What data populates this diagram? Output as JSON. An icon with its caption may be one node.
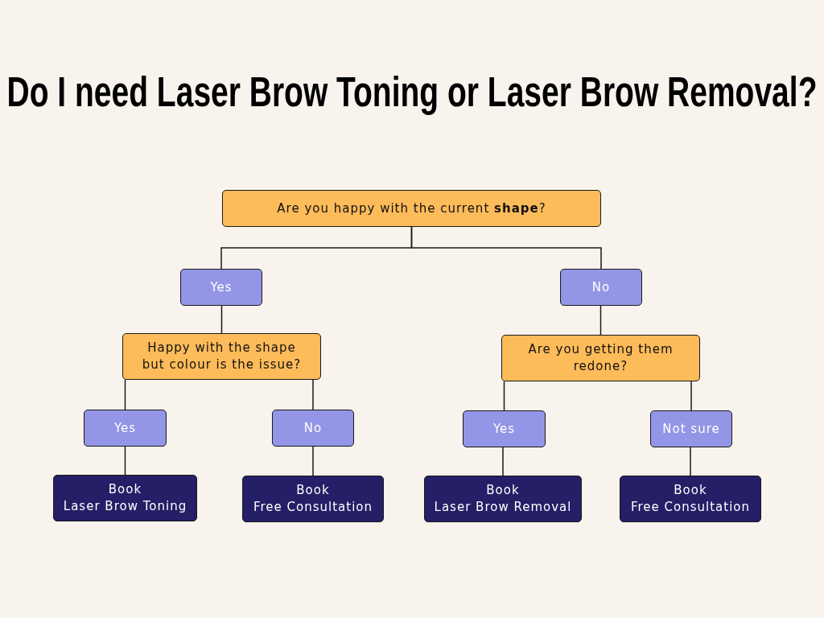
{
  "diagram": {
    "title": "Do I need Laser Brow Toning or Laser Brow Removal?",
    "nodes": [
      {
        "text": [
          "Are you happy with the current **shape**?"
        ]
      },
      {
        "text": [
          "Yes"
        ]
      },
      {
        "text": [
          "No"
        ]
      },
      {
        "text": [
          "Happy with the shape but colour is the issue?"
        ]
      },
      {
        "text": [
          "Are you getting them redone?"
        ]
      },
      {
        "text": [
          "Yes"
        ]
      },
      {
        "text": [
          "No"
        ]
      },
      {
        "text": [
          "Yes"
        ]
      },
      {
        "text": [
          "Not sure"
        ]
      },
      {
        "text": [
          "Book",
          "Laser Brow Toning"
        ]
      },
      {
        "text": [
          "Book",
          "Free Consultation"
        ]
      },
      {
        "text": [
          "Book",
          "Laser Brow Removal"
        ]
      },
      {
        "text": [
          "Book",
          "Free Consultation"
        ]
      }
    ],
    "edges": [
      {
        "from": 0,
        "to": 1,
        "arrow": "none"
      },
      {
        "from": 0,
        "to": 2,
        "arrow": "none"
      },
      {
        "from": 1,
        "to": 3,
        "arrow": "none"
      },
      {
        "from": 2,
        "to": 4,
        "arrow": "none"
      },
      {
        "from": 3,
        "to": 5,
        "arrow": "none"
      },
      {
        "from": 3,
        "to": 6,
        "arrow": "none"
      },
      {
        "from": 4,
        "to": 7,
        "arrow": "none"
      },
      {
        "from": 4,
        "to": 8,
        "arrow": "none"
      },
      {
        "from": 5,
        "to": 9,
        "arrow": "none"
      },
      {
        "from": 6,
        "to": 10,
        "arrow": "none"
      },
      {
        "from": 7,
        "to": 11,
        "arrow": "none"
      },
      {
        "from": 8,
        "to": 12,
        "arrow": "none"
      }
    ]
  }
}
